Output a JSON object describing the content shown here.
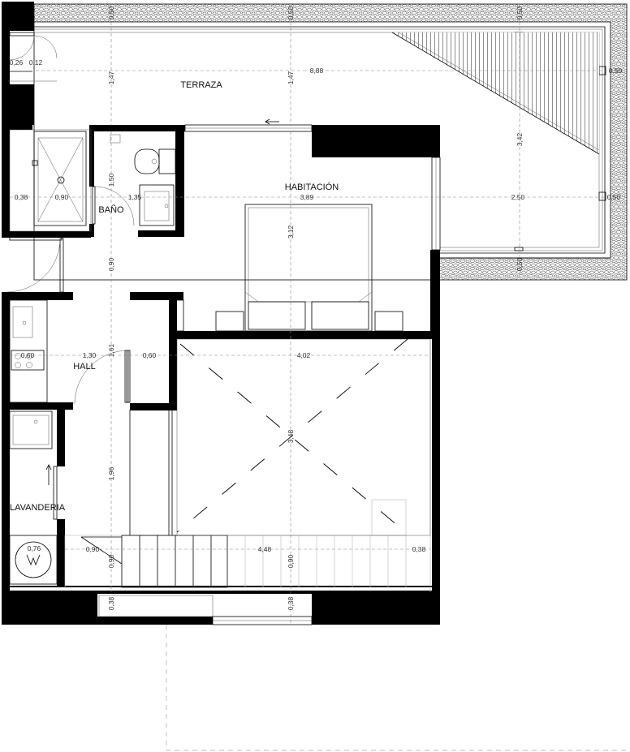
{
  "rooms": {
    "terraza": "TERRAZA",
    "habitacion": "HABITACIÓN",
    "bano": "BAÑO",
    "hall": "HALL",
    "lavanderia": "LAVANDERIA"
  },
  "dimensions": {
    "d_026": "0,26",
    "d_012": "0,12",
    "d_147_left": "1,47",
    "d_147_mid": "1,47",
    "d_888": "8,88",
    "d_342": "3,42",
    "d_038_bath": "0,38",
    "d_090_shower": "0,90",
    "d_150": "1,50",
    "d_135": "1,35",
    "d_389": "3,89",
    "d_250": "2,50",
    "d_312": "3,12",
    "d_090_hall": "0,90",
    "d_161": "1,61",
    "d_130": "1,30",
    "d_060_kitchen": "0,60",
    "d_060_closet": "0,60",
    "d_402": "4,02",
    "d_348": "3,48",
    "d_196": "1,96",
    "d_076": "0,76",
    "d_090_stair": "0,90",
    "d_448": "4,48",
    "d_038_right": "0,38",
    "d_090_bottom_left": "0,90",
    "d_090_bottom_mid": "0,90",
    "d_038_bottom_left": "0,38",
    "d_038_bottom_mid": "0,38",
    "d_050_top_left": "0,50",
    "d_050_top_mid": "0,50",
    "d_050_top_right": "0,50",
    "d_050_side_a": "0,50",
    "d_050_side_b": "0,50",
    "d_050_bottom_right": "0,50"
  }
}
